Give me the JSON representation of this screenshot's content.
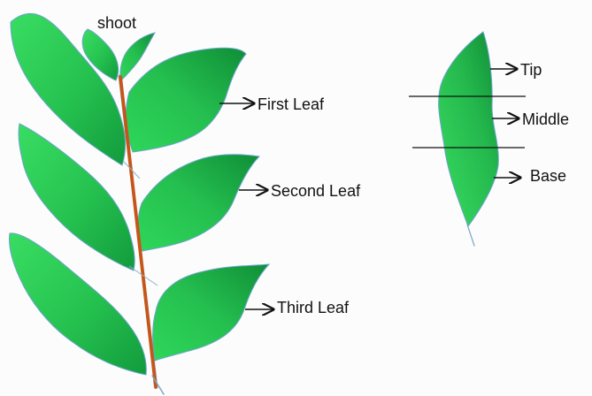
{
  "plant_labels": {
    "shoot": "shoot",
    "first_leaf": "First Leaf",
    "second_leaf": "Second Leaf",
    "third_leaf": "Third Leaf"
  },
  "leaf_section_labels": {
    "tip": "Tip",
    "middle": "Middle",
    "base": "Base"
  },
  "colors": {
    "leaf_light": "#2fd35b",
    "leaf_dark": "#109b3a",
    "leaf_outline": "#5b8ca8",
    "stem": "#c5561b",
    "stem_shadow": "#7aa7c2",
    "text": "#111111"
  }
}
